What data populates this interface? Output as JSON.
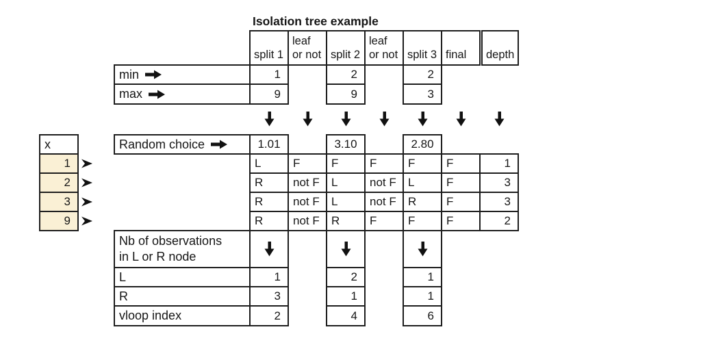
{
  "title": "Isolation tree example",
  "colors": {
    "highlight_fill": "#faf0d5",
    "line_color": "#1d1d1d"
  },
  "header_columns": [
    {
      "l1": "",
      "l2": "split 1"
    },
    {
      "l1": "leaf",
      "l2": "or not"
    },
    {
      "l1": "",
      "l2": "split 2"
    },
    {
      "l1": "leaf",
      "l2": "or not"
    },
    {
      "l1": "",
      "l2": "split 3"
    },
    {
      "l1": "",
      "l2": "final"
    },
    {
      "l1": "",
      "l2": "depth"
    }
  ],
  "min_row": {
    "label": "min",
    "values": [
      "1",
      "2",
      "2"
    ]
  },
  "max_row": {
    "label": "max",
    "values": [
      "9",
      "9",
      "3"
    ]
  },
  "random_row": {
    "label": "Random choice",
    "values": [
      "1.01",
      "3.10",
      "2.80"
    ]
  },
  "x_table": {
    "header": "x",
    "values": [
      "1",
      "2",
      "3",
      "9"
    ]
  },
  "data_rows": [
    [
      "L",
      "F",
      "F",
      "F",
      "F",
      "F",
      "1"
    ],
    [
      "R",
      "not F",
      "L",
      "not F",
      "L",
      "F",
      "3"
    ],
    [
      "R",
      "not F",
      "L",
      "not F",
      "R",
      "F",
      "3"
    ],
    [
      "R",
      "not F",
      "R",
      "F",
      "F",
      "F",
      "2"
    ]
  ],
  "nb_row": {
    "label_line1": "Nb of observations",
    "label_line2": "in L or R node"
  },
  "l_row": {
    "label": "L",
    "values": [
      "1",
      "2",
      "1"
    ]
  },
  "r_row": {
    "label": "R",
    "values": [
      "3",
      "1",
      "1"
    ]
  },
  "vloop_row": {
    "label": "vloop index",
    "values": [
      "2",
      "4",
      "6"
    ]
  }
}
